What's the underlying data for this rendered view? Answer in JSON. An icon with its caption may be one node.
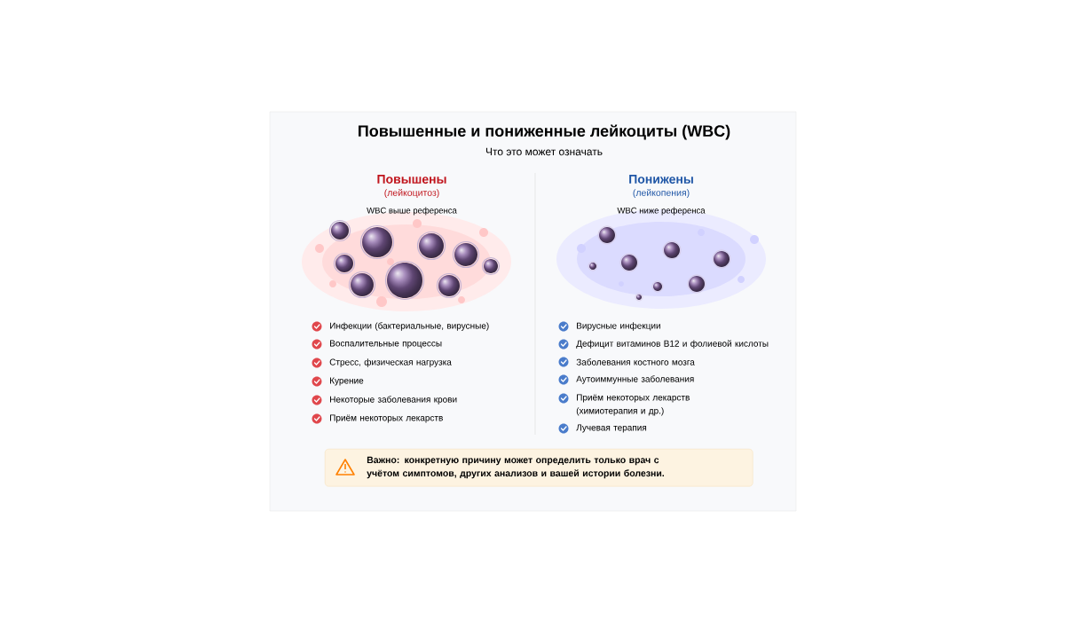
{
  "diagram": {
    "title": "Повышенные и пониженные лейкоциты (WBC)",
    "nodes": [
      {
        "text": [
          "Важно: конкретную причину может определить только врач с учётом симптомов, других анализов и вашей истории болезни."
        ]
      }
    ],
    "labels": [
      "Что это может означать",
      "Повышены",
      "(лейкоцитоз)",
      "WBC выше референса",
      "Понижены",
      "(лейкопения)",
      "WBC ниже референса",
      "Инфекции (бактериальные, вирусные)",
      "Воспалительные процессы",
      "Стресс, физическая нагрузка",
      "Курение",
      "Некоторые заболевания крови",
      "Приём некоторых лекарств",
      "Вирусные инфекции",
      "Дефицит витаминов B12 и фолиевой кислоты",
      "Заболевания костного мозга",
      "Аутоиммунные заболевания",
      "Приём некоторых лекарств (химиотерапия и др.)",
      "Лучевая терапия"
    ]
  }
}
